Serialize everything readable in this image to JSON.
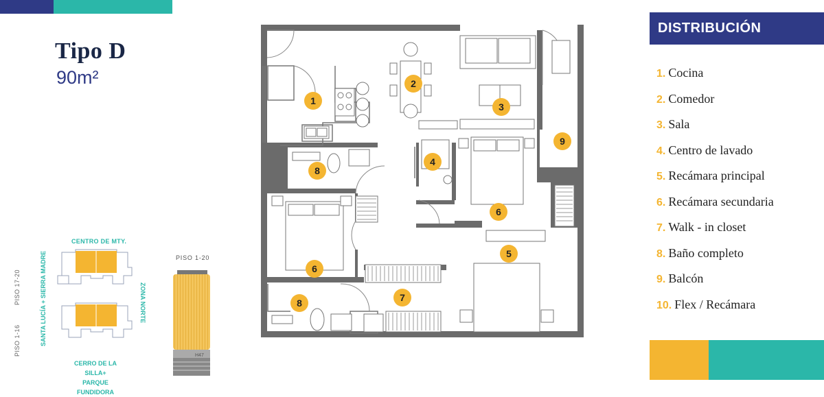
{
  "unit": {
    "name": "Tipo D",
    "area": "90m²"
  },
  "location": {
    "top": "CENTRO DE MTY.",
    "left": "SANTA LUCÍA + SIERRA MADRE",
    "right": "ZONA NORTE",
    "bottom_line1": "CERRO DE LA SILLA+",
    "bottom_line2": "PARQUE FUNDIDORA",
    "floor_upper": "PISO 17-20",
    "floor_lower": "PISO 1-16"
  },
  "tower": {
    "floor_range": "PISO 1-20",
    "tower_id": "H47"
  },
  "distribution": {
    "heading": "DISTRIBUCIÓN",
    "items": [
      {
        "num": "1.",
        "label": "Cocina"
      },
      {
        "num": "2.",
        "label": "Comedor"
      },
      {
        "num": "3.",
        "label": "Sala"
      },
      {
        "num": "4.",
        "label": "Centro de lavado"
      },
      {
        "num": "5.",
        "label": "Recámara principal"
      },
      {
        "num": "6.",
        "label": "Recámara secundaria"
      },
      {
        "num": "7.",
        "label": "Walk - in closet"
      },
      {
        "num": "8.",
        "label": "Baño completo"
      },
      {
        "num": "9.",
        "label": "Balcón"
      },
      {
        "num": "10.",
        "label": "Flex / Recámara"
      }
    ]
  },
  "plan_markers": [
    "1",
    "2",
    "3",
    "4",
    "5",
    "6",
    "6",
    "7",
    "8",
    "8",
    "9"
  ],
  "colors": {
    "navy": "#2f3a86",
    "teal": "#2bb7a9",
    "yellow": "#f4b531",
    "wall": "#6b6b6b"
  }
}
